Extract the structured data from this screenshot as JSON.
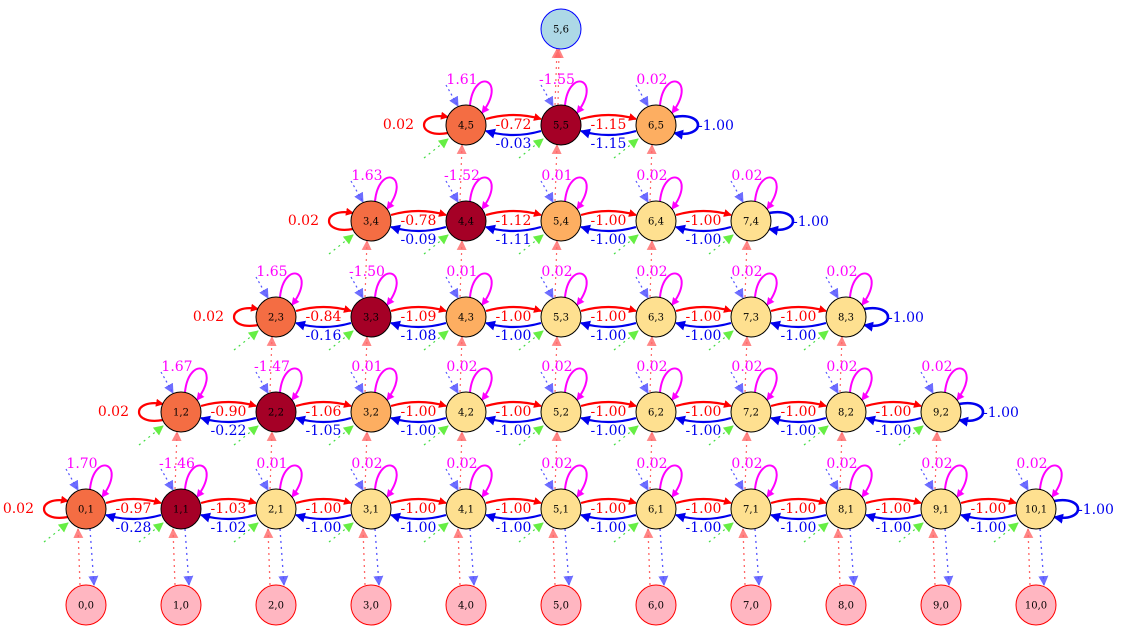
{
  "colors": {
    "right_arrow": "#ff0000",
    "left_arrow": "#0000ee",
    "self_loop": "#ff00ff",
    "up_dotted": "#ff6666",
    "down_dotted": "#5555ff",
    "left_dotted": "#44dd44",
    "fill_max": "#a50026",
    "fill_high": "#f46d43",
    "fill_mid": "#fdae61",
    "fill_low": "#fee090",
    "fill_source": "#ffb6c1",
    "fill_top": "#add8e6"
  },
  "nodes": [
    {
      "id": "5,6",
      "row": 6,
      "i": 5,
      "fill": "#add8e6",
      "stroke": "#0000ff"
    },
    {
      "id": "4,5",
      "row": 5,
      "i": 4,
      "fill": "#f46d43"
    },
    {
      "id": "5,5",
      "row": 5,
      "i": 5,
      "fill": "#a50026"
    },
    {
      "id": "6,5",
      "row": 5,
      "i": 6,
      "fill": "#fdae61"
    },
    {
      "id": "3,4",
      "row": 4,
      "i": 3,
      "fill": "#f46d43"
    },
    {
      "id": "4,4",
      "row": 4,
      "i": 4,
      "fill": "#a50026"
    },
    {
      "id": "5,4",
      "row": 4,
      "i": 5,
      "fill": "#fdae61"
    },
    {
      "id": "6,4",
      "row": 4,
      "i": 6,
      "fill": "#fee090"
    },
    {
      "id": "7,4",
      "row": 4,
      "i": 7,
      "fill": "#fee090"
    },
    {
      "id": "2,3",
      "row": 3,
      "i": 2,
      "fill": "#f46d43"
    },
    {
      "id": "3,3",
      "row": 3,
      "i": 3,
      "fill": "#a50026"
    },
    {
      "id": "4,3",
      "row": 3,
      "i": 4,
      "fill": "#fdae61"
    },
    {
      "id": "5,3",
      "row": 3,
      "i": 5,
      "fill": "#fee090"
    },
    {
      "id": "6,3",
      "row": 3,
      "i": 6,
      "fill": "#fee090"
    },
    {
      "id": "7,3",
      "row": 3,
      "i": 7,
      "fill": "#fee090"
    },
    {
      "id": "8,3",
      "row": 3,
      "i": 8,
      "fill": "#fee090"
    },
    {
      "id": "1,2",
      "row": 2,
      "i": 1,
      "fill": "#f46d43"
    },
    {
      "id": "2,2",
      "row": 2,
      "i": 2,
      "fill": "#a50026"
    },
    {
      "id": "3,2",
      "row": 2,
      "i": 3,
      "fill": "#fdae61"
    },
    {
      "id": "4,2",
      "row": 2,
      "i": 4,
      "fill": "#fee090"
    },
    {
      "id": "5,2",
      "row": 2,
      "i": 5,
      "fill": "#fee090"
    },
    {
      "id": "6,2",
      "row": 2,
      "i": 6,
      "fill": "#fee090"
    },
    {
      "id": "7,2",
      "row": 2,
      "i": 7,
      "fill": "#fee090"
    },
    {
      "id": "8,2",
      "row": 2,
      "i": 8,
      "fill": "#fee090"
    },
    {
      "id": "9,2",
      "row": 2,
      "i": 9,
      "fill": "#fee090"
    },
    {
      "id": "0,1",
      "row": 1,
      "i": 0,
      "fill": "#f46d43"
    },
    {
      "id": "1,1",
      "row": 1,
      "i": 1,
      "fill": "#a50026"
    },
    {
      "id": "2,1",
      "row": 1,
      "i": 2,
      "fill": "#fee090"
    },
    {
      "id": "3,1",
      "row": 1,
      "i": 3,
      "fill": "#fee090"
    },
    {
      "id": "4,1",
      "row": 1,
      "i": 4,
      "fill": "#fee090"
    },
    {
      "id": "5,1",
      "row": 1,
      "i": 5,
      "fill": "#fee090"
    },
    {
      "id": "6,1",
      "row": 1,
      "i": 6,
      "fill": "#fee090"
    },
    {
      "id": "7,1",
      "row": 1,
      "i": 7,
      "fill": "#fee090"
    },
    {
      "id": "8,1",
      "row": 1,
      "i": 8,
      "fill": "#fee090"
    },
    {
      "id": "9,1",
      "row": 1,
      "i": 9,
      "fill": "#fee090"
    },
    {
      "id": "10,1",
      "row": 1,
      "i": 10,
      "fill": "#fee090"
    },
    {
      "id": "0,0",
      "row": 0,
      "i": 0,
      "fill": "#ffb6c1",
      "stroke": "#ff0000"
    },
    {
      "id": "1,0",
      "row": 0,
      "i": 1,
      "fill": "#ffb6c1",
      "stroke": "#ff0000"
    },
    {
      "id": "2,0",
      "row": 0,
      "i": 2,
      "fill": "#ffb6c1",
      "stroke": "#ff0000"
    },
    {
      "id": "3,0",
      "row": 0,
      "i": 3,
      "fill": "#ffb6c1",
      "stroke": "#ff0000"
    },
    {
      "id": "4,0",
      "row": 0,
      "i": 4,
      "fill": "#ffb6c1",
      "stroke": "#ff0000"
    },
    {
      "id": "5,0",
      "row": 0,
      "i": 5,
      "fill": "#ffb6c1",
      "stroke": "#ff0000"
    },
    {
      "id": "6,0",
      "row": 0,
      "i": 6,
      "fill": "#ffb6c1",
      "stroke": "#ff0000"
    },
    {
      "id": "7,0",
      "row": 0,
      "i": 7,
      "fill": "#ffb6c1",
      "stroke": "#ff0000"
    },
    {
      "id": "8,0",
      "row": 0,
      "i": 8,
      "fill": "#ffb6c1",
      "stroke": "#ff0000"
    },
    {
      "id": "9,0",
      "row": 0,
      "i": 9,
      "fill": "#ffb6c1",
      "stroke": "#ff0000"
    },
    {
      "id": "10,0",
      "row": 0,
      "i": 10,
      "fill": "#ffb6c1",
      "stroke": "#ff0000"
    }
  ],
  "rows": [
    {
      "row": 1,
      "start": 0,
      "end": 10,
      "right": [
        "-0.97",
        "-1.03",
        "-1.00",
        "-1.00",
        "-1.00",
        "-1.00",
        "-1.00",
        "-1.00",
        "-1.00",
        "-1.00"
      ],
      "left": [
        "-0.28",
        "-1.02",
        "-1.00",
        "-1.00",
        "-1.00",
        "-1.00",
        "-1.00",
        "-1.00",
        "-1.00",
        "-1.00"
      ],
      "loops": [
        "1.70",
        "-1.46",
        "0.01",
        "0.02",
        "0.02",
        "0.02",
        "0.02",
        "0.02",
        "0.02",
        "0.02",
        "0.02"
      ],
      "left_loop": "0.02",
      "right_loop": "-1.00"
    },
    {
      "row": 2,
      "start": 1,
      "end": 9,
      "right": [
        "-0.90",
        "-1.06",
        "-1.00",
        "-1.00",
        "-1.00",
        "-1.00",
        "-1.00",
        "-1.00"
      ],
      "left": [
        "-0.22",
        "-1.05",
        "-1.00",
        "-1.00",
        "-1.00",
        "-1.00",
        "-1.00",
        "-1.00"
      ],
      "loops": [
        "1.67",
        "-1.47",
        "0.01",
        "0.02",
        "0.02",
        "0.02",
        "0.02",
        "0.02",
        "0.02"
      ],
      "left_loop": "0.02",
      "right_loop": "-1.00"
    },
    {
      "row": 3,
      "start": 2,
      "end": 8,
      "right": [
        "-0.84",
        "-1.09",
        "-1.00",
        "-1.00",
        "-1.00",
        "-1.00"
      ],
      "left": [
        "-0.16",
        "-1.08",
        "-1.00",
        "-1.00",
        "-1.00",
        "-1.00"
      ],
      "loops": [
        "1.65",
        "-1.50",
        "0.01",
        "0.02",
        "0.02",
        "0.02",
        "0.02"
      ],
      "left_loop": "0.02",
      "right_loop": "-1.00"
    },
    {
      "row": 4,
      "start": 3,
      "end": 7,
      "right": [
        "-0.78",
        "-1.12",
        "-1.00",
        "-1.00"
      ],
      "left": [
        "-0.09",
        "-1.11",
        "-1.00",
        "-1.00"
      ],
      "loops": [
        "1.63",
        "-1.52",
        "0.01",
        "0.02",
        "0.02"
      ],
      "left_loop": "0.02",
      "right_loop": "-1.00"
    },
    {
      "row": 5,
      "start": 4,
      "end": 6,
      "right": [
        "-0.72",
        "-1.15"
      ],
      "left": [
        "-0.03",
        "-1.15"
      ],
      "loops": [
        "1.61",
        "-1.55",
        "0.02"
      ],
      "left_loop": "0.02",
      "right_loop": "-1.00"
    }
  ]
}
